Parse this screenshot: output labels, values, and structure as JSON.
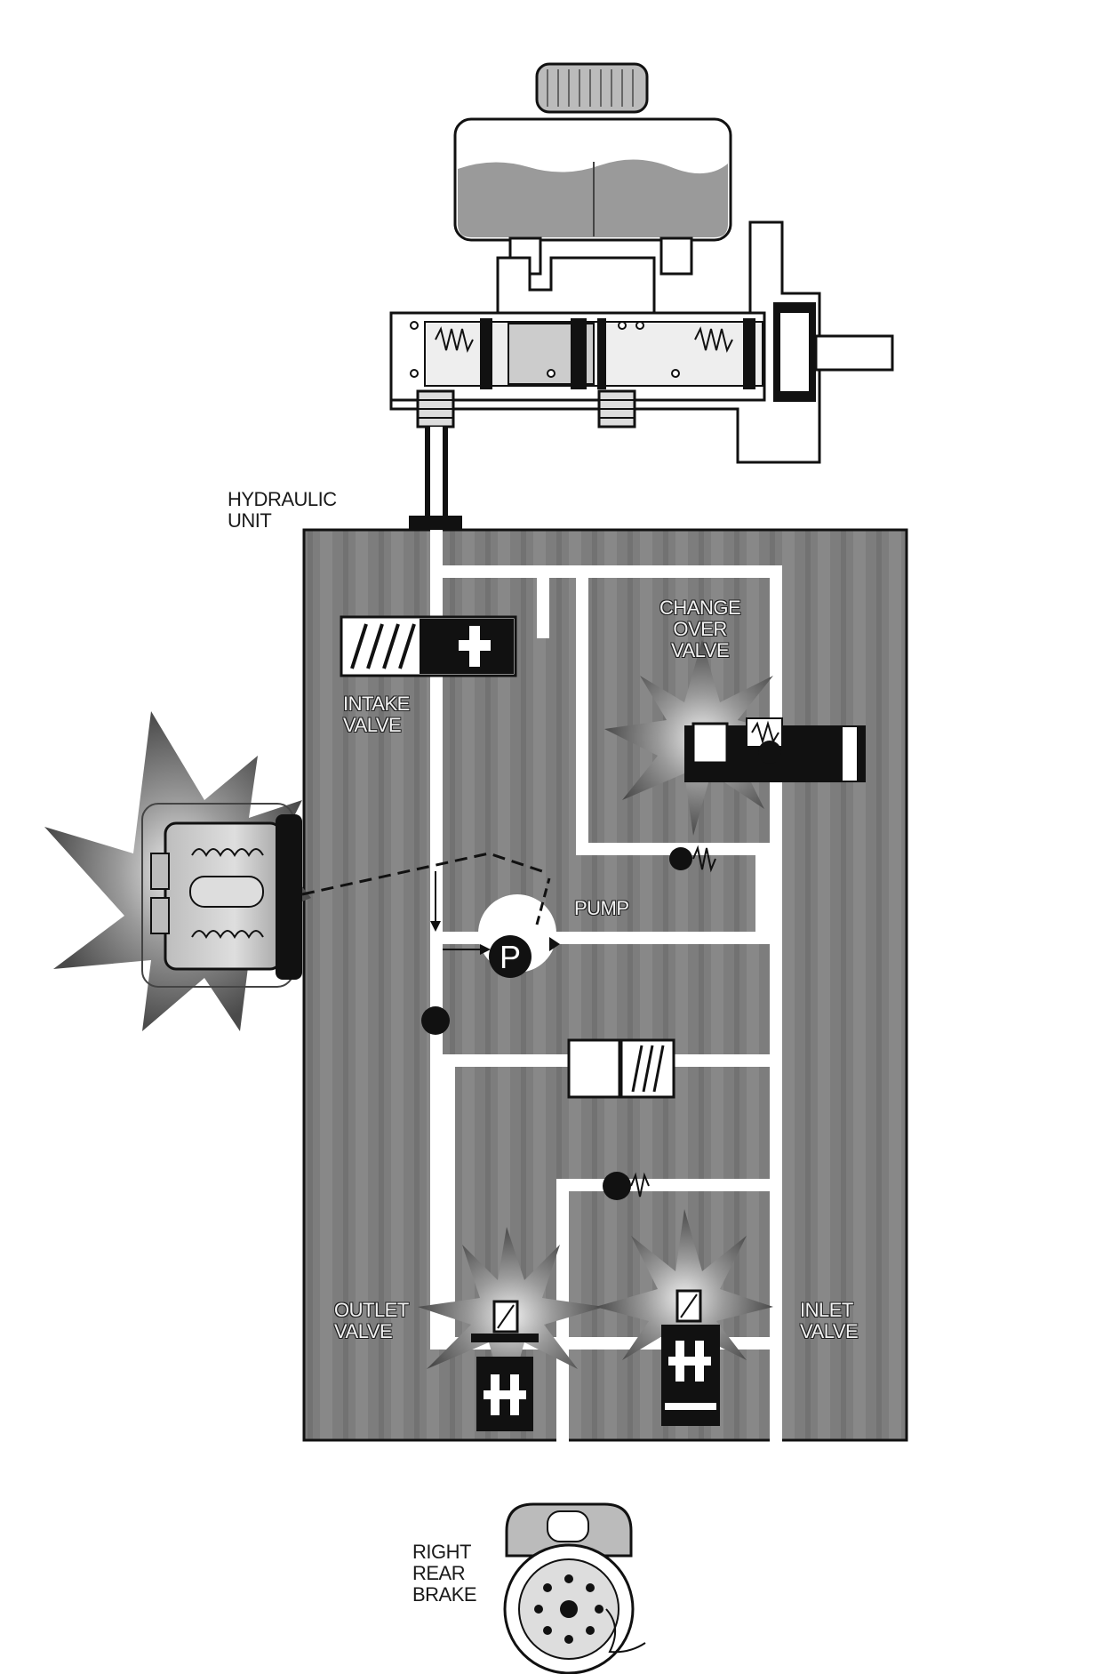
{
  "labels": {
    "hydraulic_unit": "HYDRAULIC\nUNIT",
    "change_over_valve": "CHANGE\nOVER\nVALVE",
    "intake_valve": "INTAKE\nVALVE",
    "pump": "PUMP",
    "pump_symbol": "P",
    "outlet_valve": "OUTLET\nVALVE",
    "inlet_valve": "INLET\nVALVE",
    "right_rear_brake": "RIGHT\nREAR\nBRAKE"
  },
  "colors": {
    "unit_body": "#7d7d7d",
    "fluid_passage": "#ffffff",
    "reservoir_fluid": "#9a9a9a",
    "outline": "#111111",
    "burst": "#555555"
  },
  "icons": [
    "reservoir-cap-icon",
    "master-cylinder-icon",
    "solenoid-valve-icon",
    "check-valve-icon",
    "motor-icon",
    "pump-icon",
    "brake-disc-icon"
  ]
}
